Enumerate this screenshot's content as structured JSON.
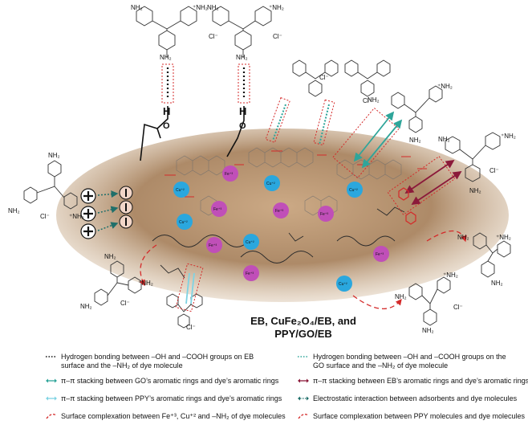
{
  "caption": {
    "line1": "EB, CuFe₂O₄/EB, and",
    "line2": "PPY/GO/EB"
  },
  "ions": {
    "fe": "Fe⁺³",
    "cu": "Cu⁺²",
    "chloride": "Cl⁻",
    "amine": "NH₂",
    "amine_plus": "⁺NH₂",
    "h": "H",
    "o": "O"
  },
  "legend": [
    {
      "id": "hbond-eb",
      "marker": "dotted-black",
      "text1": "Hydrogen bonding between –OH and –COOH groups on EB",
      "text2": "surface and the –NH₂ of dye molecule"
    },
    {
      "id": "hbond-go",
      "marker": "dotted-teal",
      "text1": "Hydrogen bonding between –OH and –COOH groups on the",
      "text2": "GO surface and the –NH₂ of dye molecule"
    },
    {
      "id": "pi-go",
      "marker": "arrow-teal",
      "text1": "π–π stacking between GO’s aromatic rings and dye’s aromatic rings",
      "text2": ""
    },
    {
      "id": "pi-eb",
      "marker": "arrow-maroon",
      "text1": "π–π stacking between EB’s aromatic rings and dye’s aromatic rings",
      "text2": ""
    },
    {
      "id": "pi-ppy",
      "marker": "arrow-lightblue",
      "text1": "π–π stacking between PPY’s aromatic rings and dye’s aromatic rings",
      "text2": ""
    },
    {
      "id": "electrostatic",
      "marker": "arrow-dotted-darkteal",
      "text1": "Electrostatic interaction between adsorbents and dye molecules",
      "text2": ""
    },
    {
      "id": "complex-metal",
      "marker": "dashed-red",
      "text1": "Surface complexation between Fe⁺³, Cu⁺² and –NH₂ of dye molecules",
      "text2": ""
    },
    {
      "id": "complex-ppy",
      "marker": "dashed-red",
      "text1": "Surface complexation between PPY molecules and dye molecules",
      "text2": ""
    }
  ],
  "colors": {
    "fe": "#c04fb8",
    "cu": "#2aa7de",
    "teal": "#2fa59a",
    "maroon": "#8b1a3a",
    "red": "#d42a2a",
    "blob": "#b08a66"
  }
}
